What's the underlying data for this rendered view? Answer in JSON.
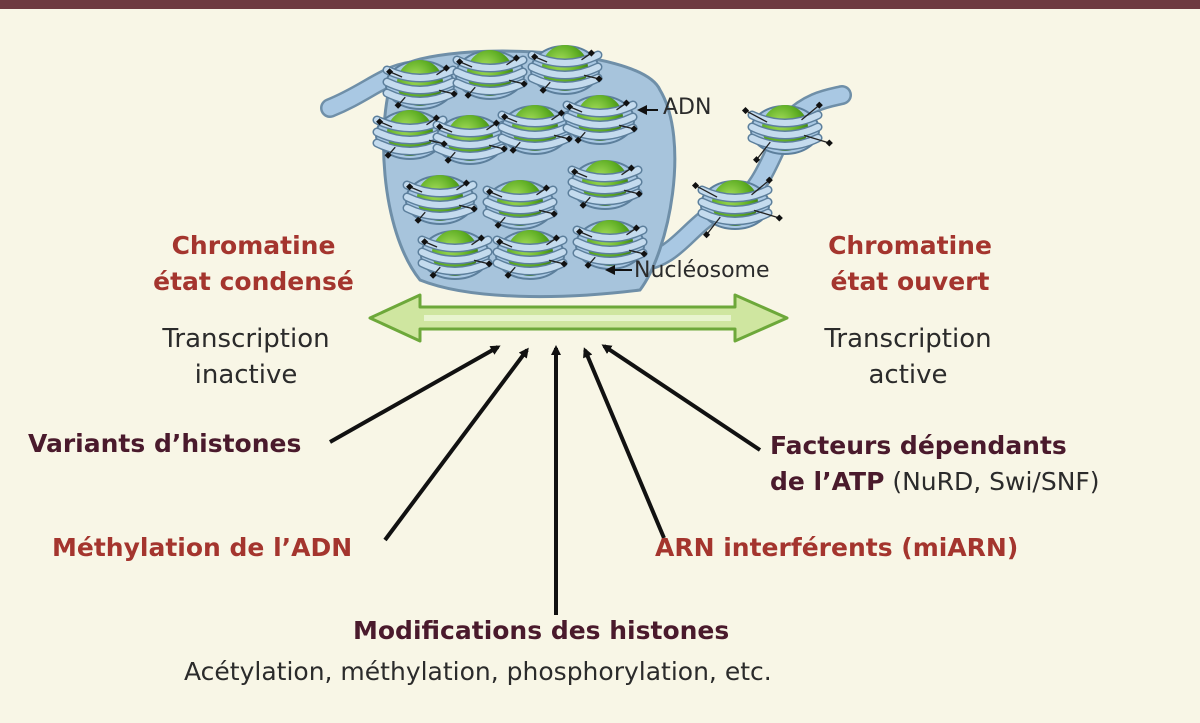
{
  "labels": {
    "adn": "ADN",
    "nucleosome": "Nucléosome",
    "condensed_line1": "Chromatine",
    "condensed_line2": "état condensé",
    "open_line1": "Chromatine",
    "open_line2": "état ouvert",
    "inactive_line1": "Transcription",
    "inactive_line2": "inactive",
    "active_line1": "Transcription",
    "active_line2": "active",
    "variants": "Variants d’histones",
    "methylation": "Méthylation de l’ADN",
    "modifications": "Modifications des histones",
    "modifications_detail": "Acétylation, méthylation, phosphorylation, etc.",
    "atp_line1": "Facteurs dépendants",
    "atp_line2_bold": "de l’ATP",
    "atp_line2_paren": " (NuRD, Swi/SNF)",
    "arn": "ARN interférents (miARN)"
  },
  "colors": {
    "frame": "#6e3a40",
    "background": "#f8f6e6",
    "red_label": "#a4352e",
    "plum_label": "#4a1a2c",
    "arrow_fill": "#cfe6a0",
    "arrow_stroke": "#6da83a",
    "histone": "#6bbd2f",
    "dna": "#a9c8e3"
  }
}
